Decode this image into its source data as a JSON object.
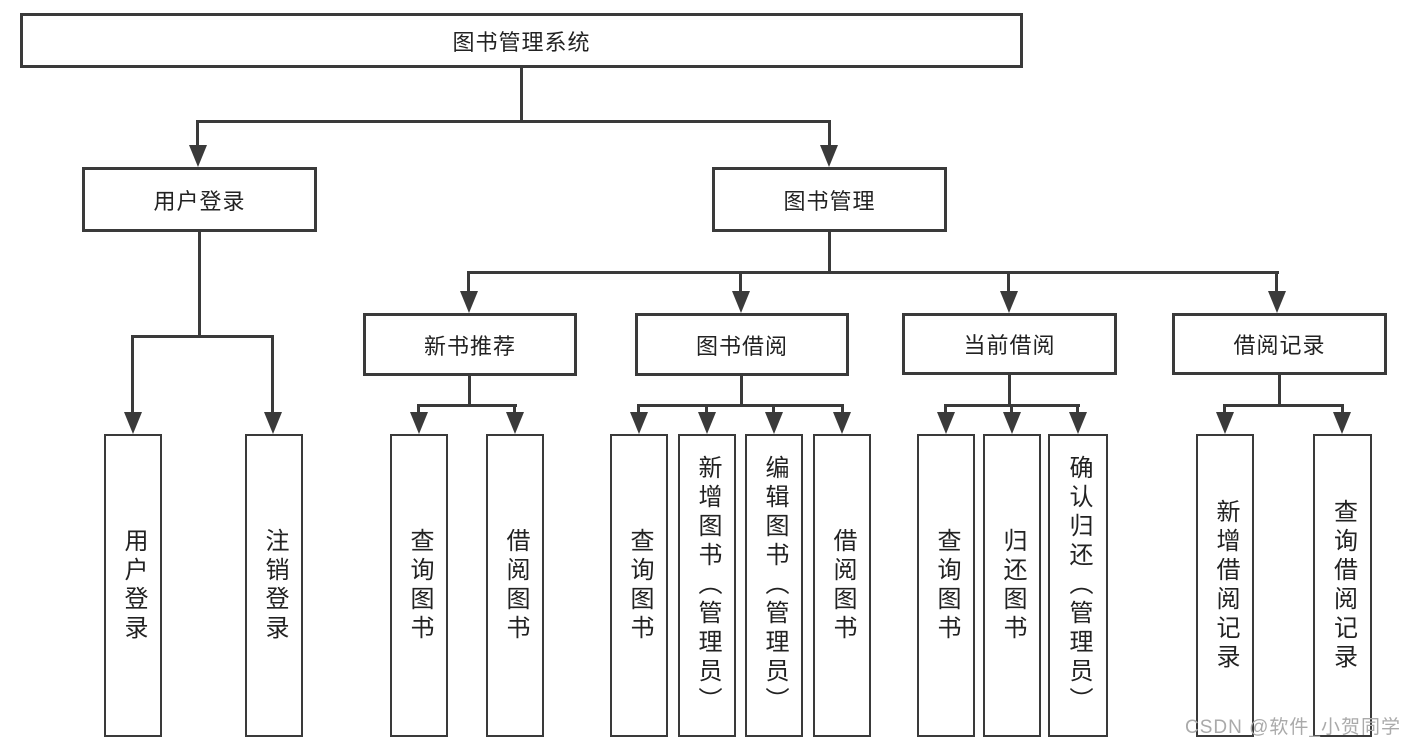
{
  "diagram": {
    "type": "hierarchy-tree",
    "root": {
      "label": "图书管理系统",
      "children": [
        {
          "label": "用户登录",
          "children": [
            {
              "label": "用户登录"
            },
            {
              "label": "注销登录"
            }
          ]
        },
        {
          "label": "图书管理",
          "children": [
            {
              "label": "新书推荐",
              "children": [
                {
                  "label": "查询图书"
                },
                {
                  "label": "借阅图书"
                }
              ]
            },
            {
              "label": "图书借阅",
              "children": [
                {
                  "label": "查询图书"
                },
                {
                  "label": "新增图书（管理员）"
                },
                {
                  "label": "编辑图书（管理员）"
                },
                {
                  "label": "借阅图书"
                }
              ]
            },
            {
              "label": "当前借阅",
              "children": [
                {
                  "label": "查询图书"
                },
                {
                  "label": "归还图书"
                },
                {
                  "label": "确认归还（管理员）"
                }
              ]
            },
            {
              "label": "借阅记录",
              "children": [
                {
                  "label": "新增借阅记录"
                },
                {
                  "label": "查询借阅记录"
                }
              ]
            }
          ]
        }
      ]
    }
  },
  "watermark": "CSDN @软件_小贺同学",
  "colors": {
    "line": "#3a3a3a",
    "text": "#222222",
    "box_bg": "#ffffff",
    "page_bg": "#ffffff",
    "watermark": "#aaaaaa"
  }
}
